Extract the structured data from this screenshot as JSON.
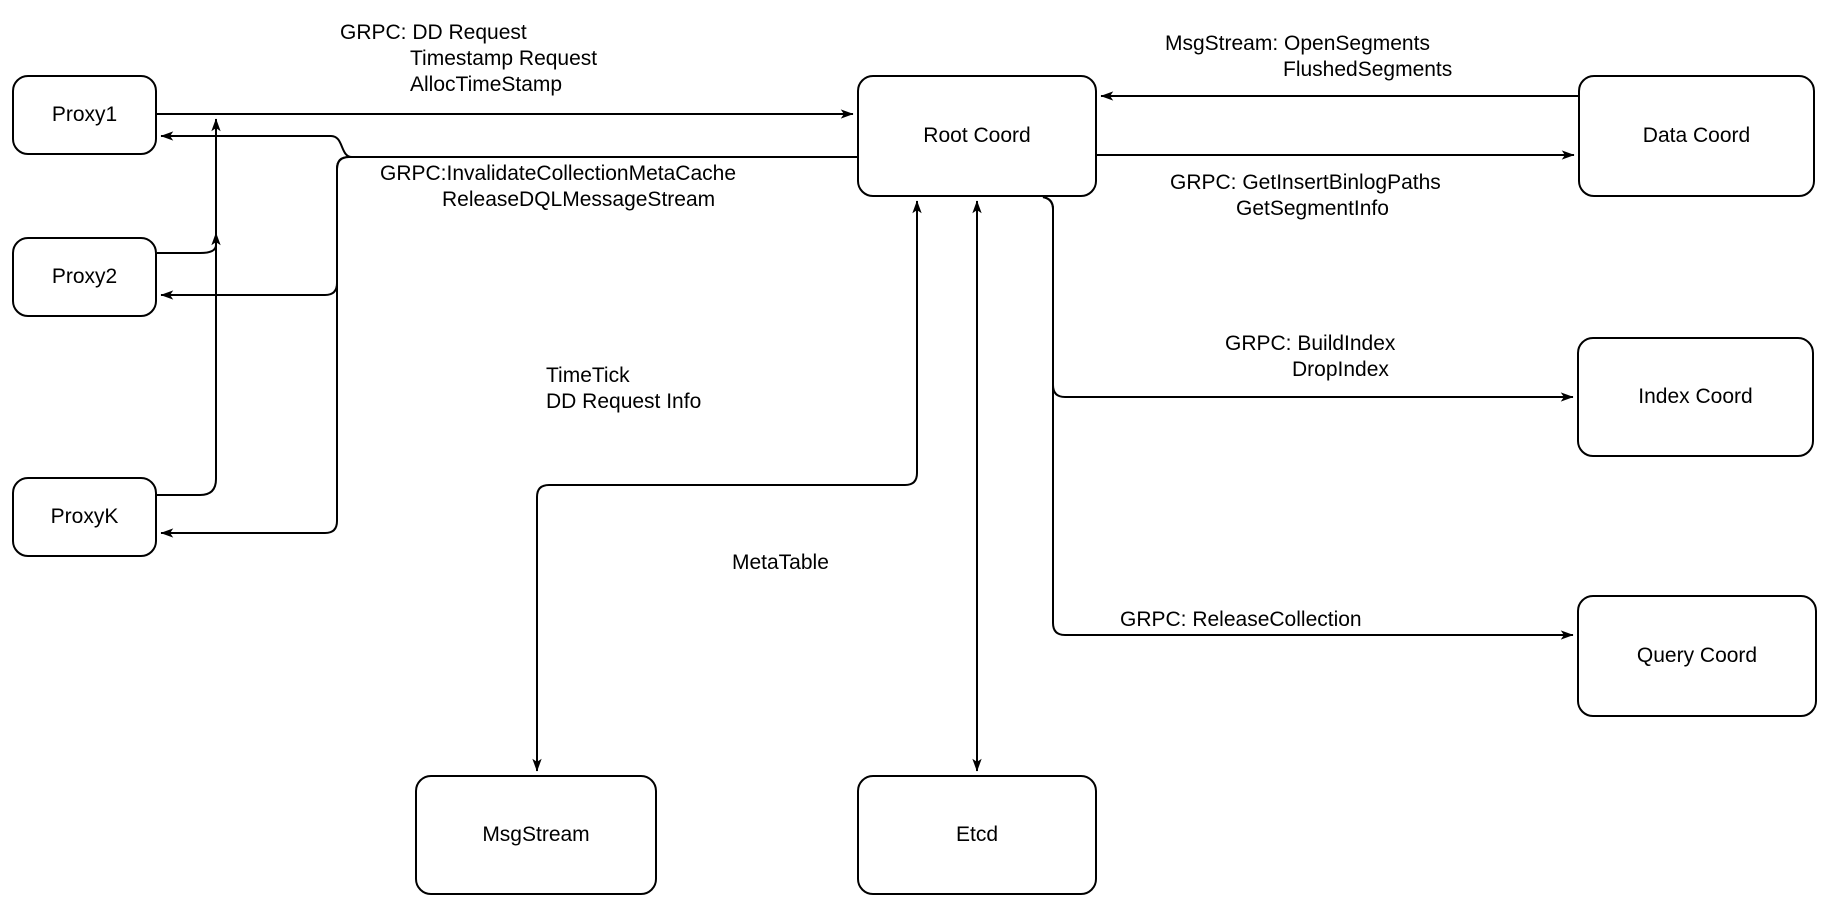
{
  "diagram": {
    "colors": {
      "stroke": "#000000",
      "node_fill": "#ffffff",
      "background": "#ffffff"
    },
    "nodes": {
      "proxy1": {
        "label": "Proxy1"
      },
      "proxy2": {
        "label": "Proxy2"
      },
      "proxyk": {
        "label": "ProxyK"
      },
      "root_coord": {
        "label": "Root Coord"
      },
      "data_coord": {
        "label": "Data Coord"
      },
      "index_coord": {
        "label": "Index Coord"
      },
      "query_coord": {
        "label": "Query Coord"
      },
      "msgstream": {
        "label": "MsgStream"
      },
      "etcd": {
        "label": "Etcd"
      }
    },
    "edge_labels": {
      "proxies_to_root": {
        "line1": "GRPC: DD Request",
        "line2": "Timestamp Request",
        "line3": "AllocTimeStamp"
      },
      "root_to_proxies": {
        "line1": "GRPC:InvalidateCollectionMetaCache",
        "line2": "ReleaseDQLMessageStream"
      },
      "data_to_root": {
        "line1": "MsgStream: OpenSegments",
        "line2": "FlushedSegments"
      },
      "root_to_data": {
        "line1": "GRPC: GetInsertBinlogPaths",
        "line2": "GetSegmentInfo"
      },
      "root_to_index": {
        "line1": "GRPC: BuildIndex",
        "line2": "DropIndex"
      },
      "root_to_query": {
        "line1": "GRPC: ReleaseCollection"
      },
      "root_to_msgstream": {
        "line1": "TimeTick",
        "line2": "DD Request Info"
      },
      "root_to_etcd": {
        "line1": "MetaTable"
      }
    }
  }
}
